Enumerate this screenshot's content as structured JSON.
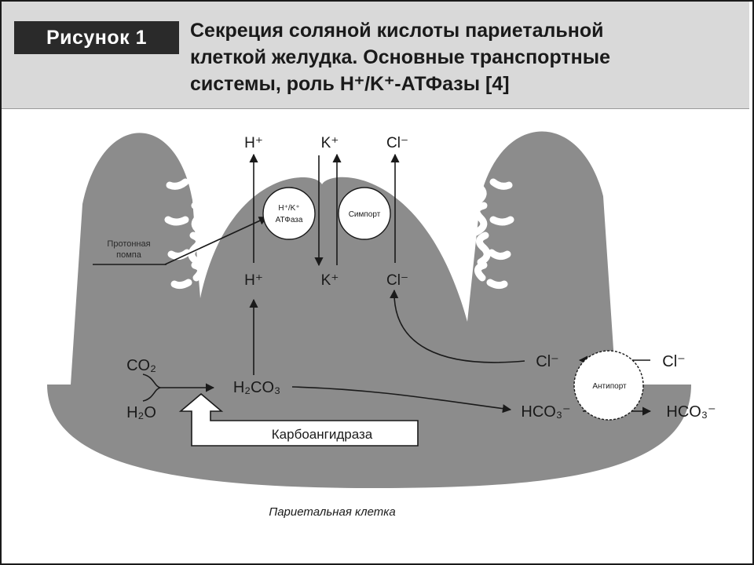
{
  "header": {
    "badge": "Рисунок 1",
    "title_lines": [
      "Секреция соляной кислоты париетальной",
      "клеткой желудка. Основные транспортные",
      "системы, роль H⁺/K⁺-АТФазы [4]"
    ]
  },
  "diagram": {
    "lumen_ions": {
      "h": "H⁺",
      "k": "K⁺",
      "cl": "Cl⁻"
    },
    "cell_ions": {
      "h": "H⁺",
      "k": "K⁺",
      "cl": "Cl⁻"
    },
    "atpase_label": [
      "H⁺/K⁺",
      "АТФаза"
    ],
    "symport_label": "Симпорт",
    "proton_pump_label": [
      "Протонная",
      "помпа"
    ],
    "co2": "CO₂",
    "h2o": "H₂O",
    "h2co3": "H₂CO₃",
    "hco3_inside": "HCO₃⁻",
    "hco3_outside": "HCO₃⁻",
    "cl_inside": "Cl⁻",
    "cl_outside": "Cl⁻",
    "antiport_label": "Антипорт",
    "carbonic_anhydrase": "Карбоангидраза",
    "caption": "Париетальная клетка"
  }
}
